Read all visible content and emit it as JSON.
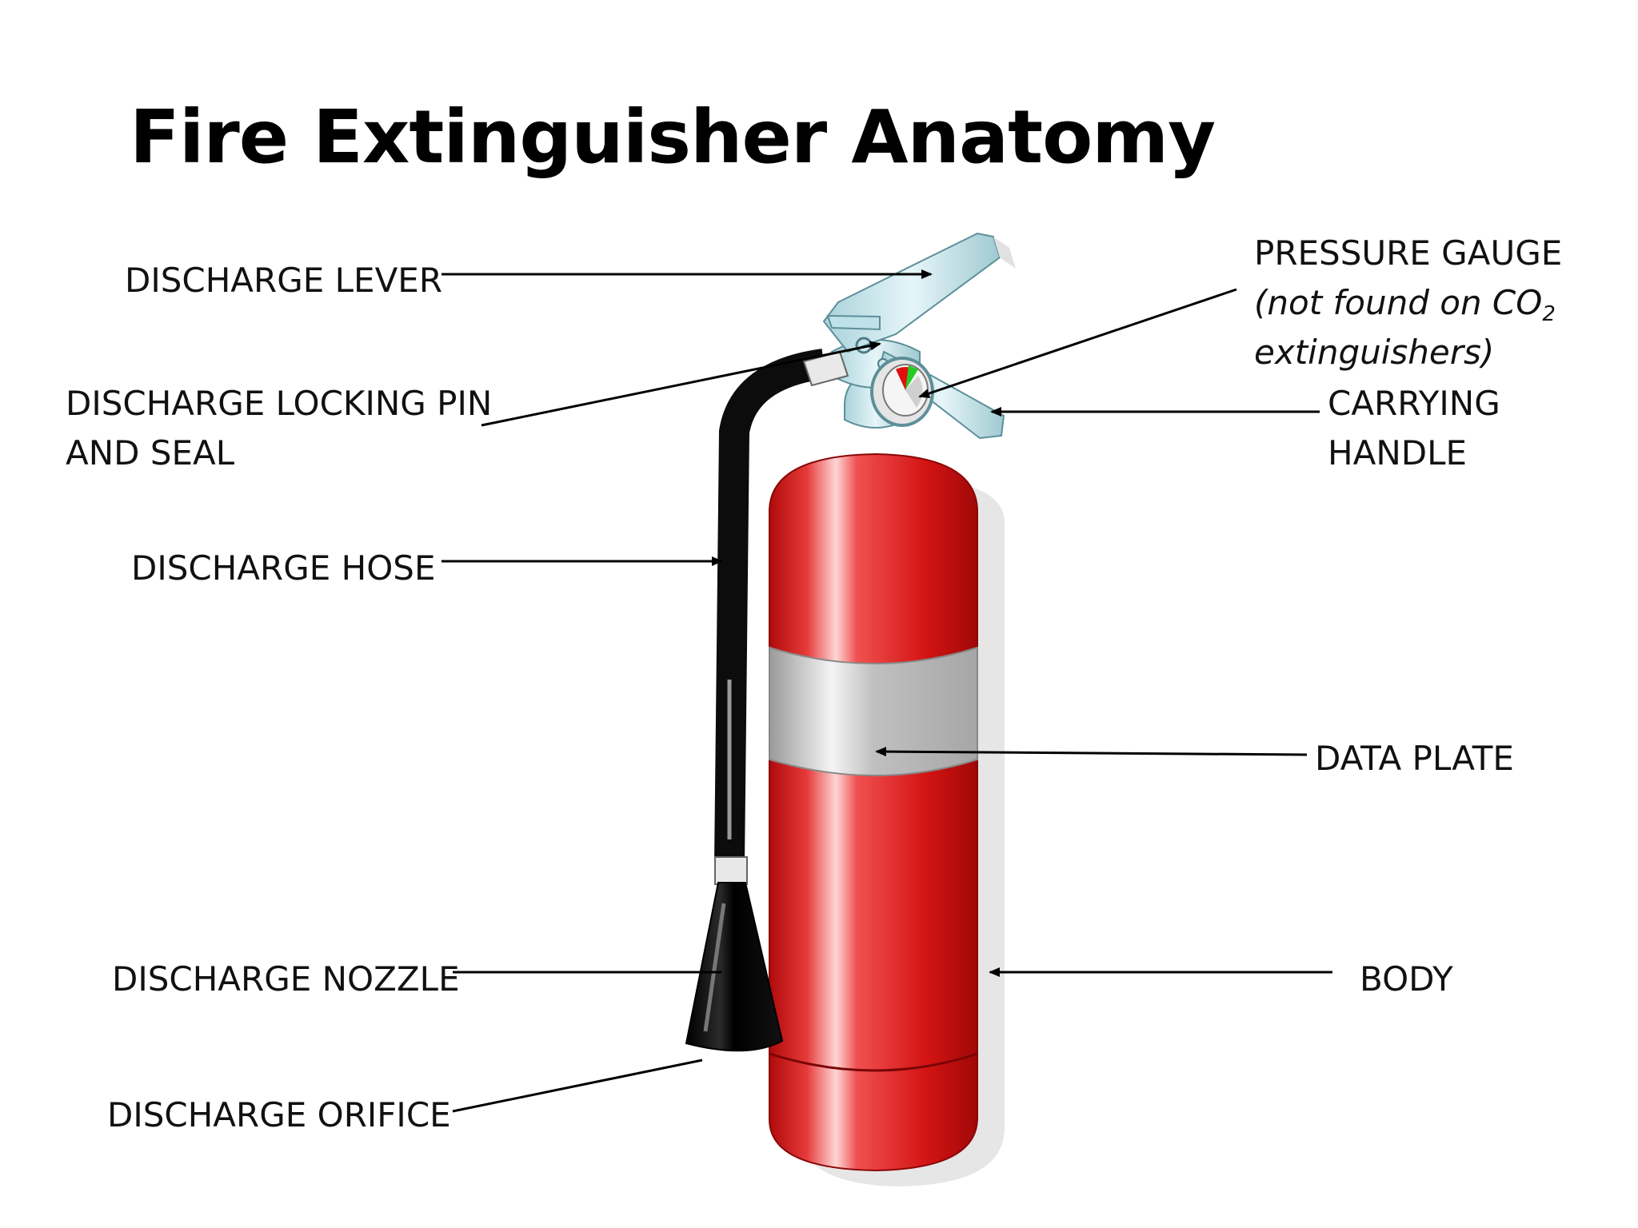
{
  "title": "Fire Extinguisher Anatomy",
  "labels": {
    "discharge_lever": "DISCHARGE LEVER",
    "locking_pin": [
      "DISCHARGE LOCKING PIN",
      "AND SEAL"
    ],
    "discharge_hose": "DISCHARGE HOSE",
    "discharge_nozzle": "DISCHARGE NOZZLE",
    "discharge_orifice": "DISCHARGE ORIFICE",
    "pressure_gauge": "PRESSURE GAUGE",
    "pressure_gauge_note_prefix": "(not found on CO",
    "pressure_gauge_note_sub": "2",
    "pressure_gauge_note_line2": "extinguishers)",
    "carrying_handle": [
      "CARRYING",
      "HANDLE"
    ],
    "data_plate": "DATA PLATE",
    "body": "BODY"
  },
  "colors": {
    "body_red": "#d41414",
    "band_gray": "#b4b4b4",
    "valve_blue": "#cfe9ee",
    "hose_black": "#0c0c0c",
    "gauge_red": "#e01010",
    "gauge_green": "#22cc22"
  }
}
